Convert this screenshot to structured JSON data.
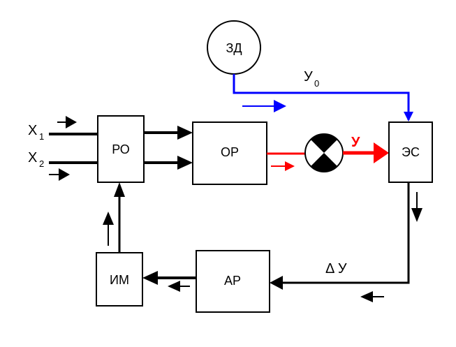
{
  "blocks": {
    "setpoint": "ЗД",
    "regulating_organ": "РО",
    "object": "ОР",
    "comparator": "ЭС",
    "regulator": "АР",
    "actuator": "ИМ"
  },
  "signals": {
    "x1_main": "X",
    "x1_sub": "1",
    "x2_main": "X",
    "x2_sub": "2",
    "y0_main": "У",
    "y0_sub": "0",
    "y_out": "У",
    "delta_y": "Δ У"
  },
  "colors": {
    "setpoint_line": "#0000ff",
    "output_line": "#ff0000",
    "flow": "#000000"
  }
}
